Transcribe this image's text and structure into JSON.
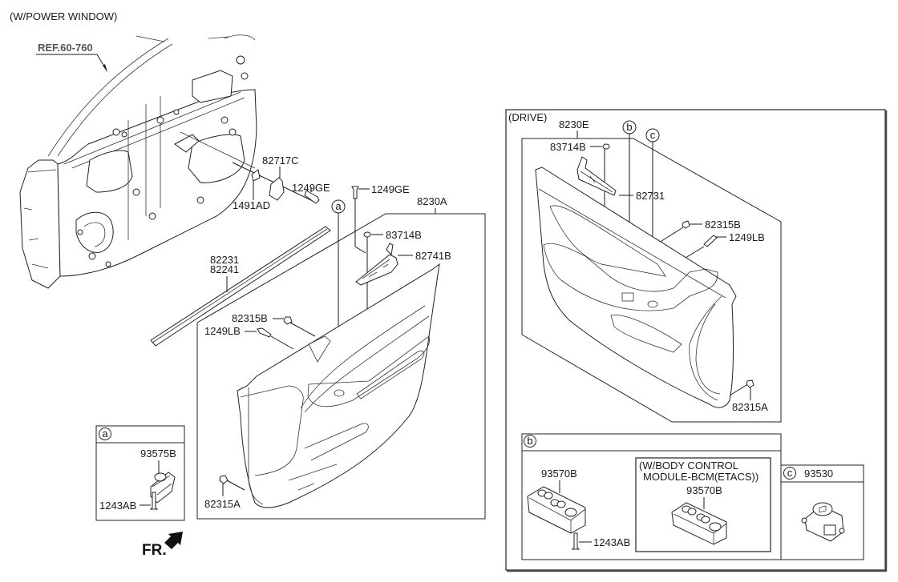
{
  "header": {
    "title": "(W/POWER WINDOW)"
  },
  "reference": {
    "label": "REF.60-760"
  },
  "orientation": {
    "label": "FR."
  },
  "left_assembly": {
    "labels": {
      "p82717C": "82717C",
      "p1491AD": "1491AD",
      "p1249GE_a": "1249GE",
      "p1249GE_b": "1249GE",
      "p8230A": "8230A",
      "p83714B": "83714B",
      "p82741B": "82741B",
      "p82231": "82231",
      "p82241": "82241",
      "p82315B": "82315B",
      "p1249LB": "1249LB",
      "p82315A": "82315A",
      "callout_a": "a"
    }
  },
  "detail_a": {
    "badge": "a",
    "labels": {
      "switch": "93575B",
      "screw": "1243AB"
    }
  },
  "drive_panel": {
    "title": "(DRIVE)",
    "labels": {
      "p8230E": "8230E",
      "p83714B": "83714B",
      "p82731": "82731",
      "p82315B": "82315B",
      "p1249LB": "1249LB",
      "p82315A": "82315A",
      "callout_b": "b",
      "callout_c": "c"
    },
    "detail_b": {
      "badge": "b",
      "labels": {
        "switch": "93570B",
        "screw": "1243AB"
      },
      "bcm_box": {
        "line1": "(W/BODY CONTROL",
        "line2": "MODULE-BCM(ETACS))",
        "switch": "93570B"
      }
    },
    "detail_c": {
      "badge": "c",
      "label": "93530"
    }
  }
}
